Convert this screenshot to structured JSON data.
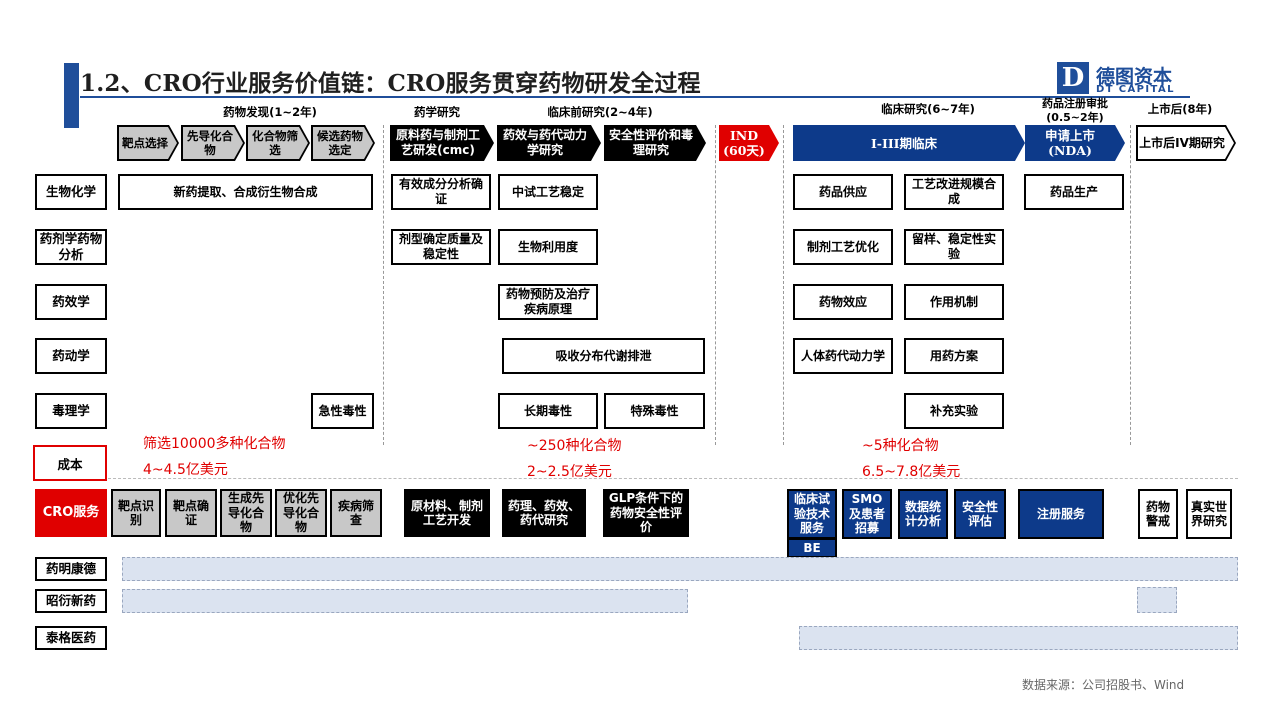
{
  "title": "1.2、CRO行业服务价值链：CRO服务贯穿药物研发全过程",
  "logo": {
    "mark": "D",
    "name_cn": "德图资本",
    "name_en": "DT CAPITAL"
  },
  "phases": {
    "discovery": "药物发现(1~2年)",
    "pharmacy": "药学研究",
    "preclinical": "临床前研究(2~4年)",
    "clinical": "临床研究(6~7年)",
    "registration_line1": "药品注册审批",
    "registration_line2": "(0.5~2年)",
    "postmarket": "上市后(8年)"
  },
  "steps": {
    "s1": "靶点选择",
    "s2": "先导化合物",
    "s3": "化合物筛选",
    "s4": "候选药物选定",
    "s5": "原料药与制剂工艺研发(cmc)",
    "s6": "药效与药代动力学研究",
    "s7": "安全性评价和毒理研究",
    "s8": "IND (60天)",
    "s9": "I-III期临床",
    "s10": "申请上市 (NDA)",
    "s11": "上市后IV期研究"
  },
  "rows": {
    "r1": "生物化学",
    "r2": "药剂学药物分析",
    "r3": "药效学",
    "r4": "药动学",
    "r5": "毒理学"
  },
  "cells": {
    "c1": "新药提取、合成衍生物合成",
    "c2": "有效成分分析确证",
    "c3": "中试工艺稳定",
    "c4": "药品供应",
    "c5": "工艺改进规模合成",
    "c6": "药品生产",
    "c7": "剂型确定质量及稳定性",
    "c8": "生物利用度",
    "c9": "制剂工艺优化",
    "c10": "留样、稳定性实验",
    "c11": "药物预防及治疗疾病原理",
    "c12": "药物效应",
    "c13": "作用机制",
    "c14": "吸收分布代谢排泄",
    "c15": "人体药代动力学",
    "c16": "用药方案",
    "c17": "急性毒性",
    "c18": "长期毒性",
    "c19": "特殊毒性",
    "c20": "补充实验"
  },
  "cost": {
    "label": "成本",
    "discovery_count": "筛选10000多种化合物",
    "discovery_cost": "4~4.5亿美元",
    "preclinical_count": "~250种化合物",
    "preclinical_cost": "2~2.5亿美元",
    "clinical_count": "~5种化合物",
    "clinical_cost": "6.5~7.8亿美元"
  },
  "services": {
    "label": "CRO服务",
    "v1": "靶点识别",
    "v2": "靶点确证",
    "v3": "生成先导化合物",
    "v4": "优化先导化合物",
    "v5": "疾病筛查",
    "v6": "原材料、制剂工艺开发",
    "v7": "药理、药效、药代研究",
    "v8": "GLP条件下的药物安全性评价",
    "v9": "临床试验技术服务",
    "v10": "BE",
    "v11": "SMO及患者招募",
    "v12": "数据统计分析",
    "v13": "安全性评估",
    "v14": "注册服务",
    "v15": "药物警戒",
    "v16": "真实世界研究"
  },
  "companies": {
    "k1": "药明康德",
    "k2": "昭衍新药",
    "k3": "泰格医药"
  },
  "source": "数据来源：公司招股书、Wind",
  "colors": {
    "brand_blue": "#1f4e9a",
    "clinical_blue": "#0d3a8a",
    "red": "#e00000",
    "grey": "#c8c8c8",
    "bar": "#dbe3f0"
  }
}
